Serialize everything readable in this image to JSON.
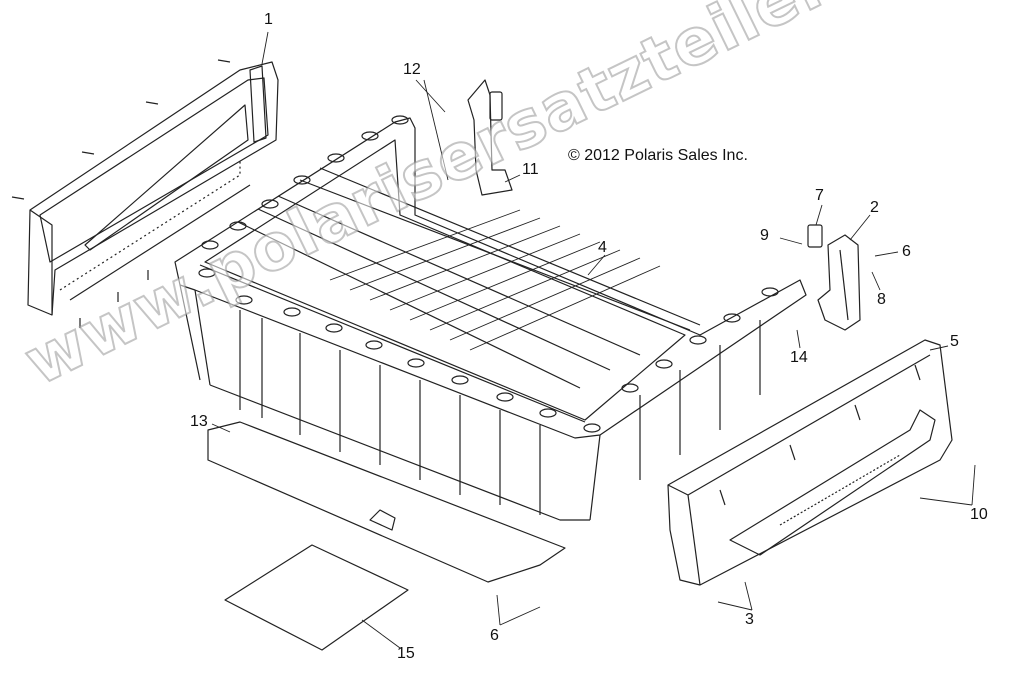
{
  "copyright": "© 2012 Polaris Sales Inc.",
  "watermark": "www.polarisersatzteile.de",
  "callouts": [
    "1",
    "2",
    "3",
    "4",
    "5",
    "6",
    "6",
    "7",
    "8",
    "9",
    "10",
    "11",
    "12",
    "13",
    "14",
    "15"
  ],
  "colors": {
    "line": "#222222",
    "background": "#ffffff"
  }
}
